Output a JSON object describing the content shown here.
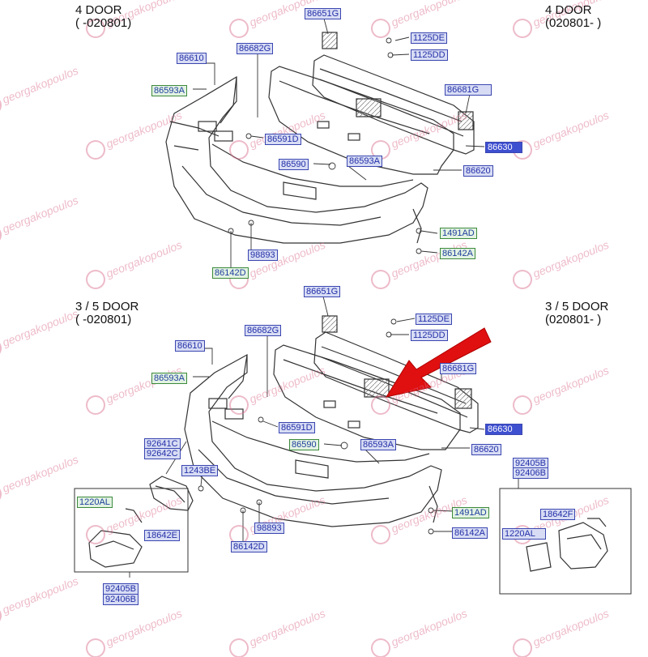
{
  "sections": {
    "top_left": {
      "title": "4 DOOR",
      "range": "( -020801)"
    },
    "top_right": {
      "title": "4 DOOR",
      "range": "(020801- )"
    },
    "bottom_left": {
      "title": "3 / 5 DOOR",
      "range": "( -020801)"
    },
    "bottom_right": {
      "title": "3 / 5 DOOR",
      "range": "(020801- )"
    }
  },
  "parts": {
    "p01": "86651G",
    "p02": "1125DE",
    "p03": "1125DD",
    "p04": "86682G",
    "p05": "86610",
    "p06": "86593A",
    "p07": "86681G",
    "p08": "86630",
    "p09": "86591D",
    "p10": "86590",
    "p11": "86593A",
    "p12": "86620",
    "p13": "1491AD",
    "p14": "86142A",
    "p15": "98893",
    "p16": "86142D",
    "p17": "86651G",
    "p18": "1125DE",
    "p19": "1125DD",
    "p20": "86682G",
    "p21": "86610",
    "p22": "86593A",
    "p23": "86681G",
    "p24": "86630",
    "p25": "86591D",
    "p26": "86590",
    "p27": "86593A",
    "p28": "86620",
    "p29": "92641C",
    "p30": "92642C",
    "p31": "1243BE",
    "p32": "1220AL",
    "p33": "18642E",
    "p34": "92405B",
    "p35": "92406B",
    "p36": "98893",
    "p37": "86142D",
    "p38": "1491AD",
    "p39": "86142A",
    "p40": "92405B",
    "p41": "92406B",
    "p42": "18642F",
    "p43": "1220AL"
  },
  "watermark": "georgakopoulos",
  "colors": {
    "label_fill": "#d7dcf4",
    "label_border": "#3a46b0",
    "label_text": "#2430a8",
    "green_fill": "#e2f2e2",
    "selected_fill": "#3e4fd0",
    "arrow": "#e01010",
    "line": "#333333",
    "watermark": "#d86a8a"
  },
  "icons": [
    "red-arrow-pointer",
    "watermark-logo"
  ]
}
